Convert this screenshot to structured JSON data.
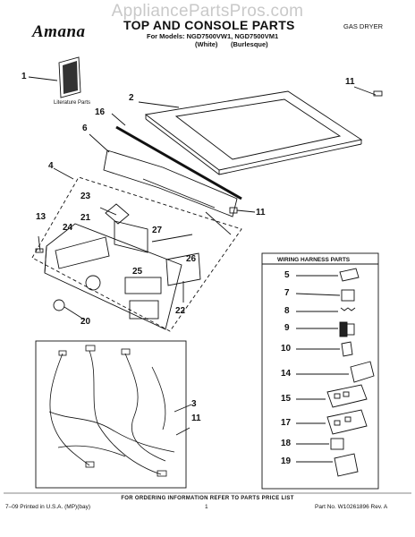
{
  "watermark": "AppliancePartsPros.com",
  "header": {
    "brand": "Amana",
    "title": "TOP AND CONSOLE PARTS",
    "models": "For Models: NGD7500VW1, NGD7500VM1",
    "color_white": "(White)",
    "color_burlesque": "(Burlesque)",
    "product_type": "GAS DRYER"
  },
  "literature_label": "Literature Parts",
  "callouts": {
    "c1": "1",
    "c2": "2",
    "c3": "3",
    "c4": "4",
    "c5": "5",
    "c6": "6",
    "c7": "7",
    "c8": "8",
    "c9": "9",
    "c10": "10",
    "c11a": "11",
    "c11b": "11",
    "c11c": "11",
    "c13": "13",
    "c14": "14",
    "c15": "15",
    "c16": "16",
    "c17": "17",
    "c18": "18",
    "c19": "19",
    "c20": "20",
    "c21": "21",
    "c22": "22",
    "c23": "23",
    "c24": "24",
    "c25": "25",
    "c26": "26",
    "c27": "27"
  },
  "harness": {
    "title": "WIRING HARNESS PARTS"
  },
  "footer": {
    "note": "FOR ORDERING INFORMATION REFER TO PARTS PRICE LIST",
    "printed": "7–09 Printed in U.S.A. (MP)(bay)",
    "page": "1",
    "part_no": "Part No. W10261896 Rev. A"
  }
}
